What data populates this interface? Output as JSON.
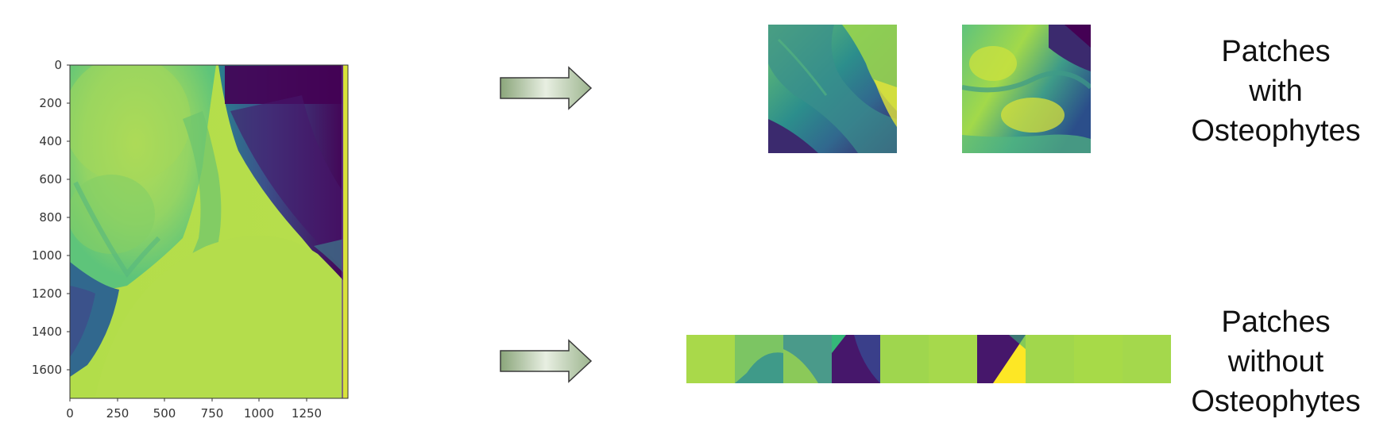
{
  "xray_plot": {
    "x_ticks": [
      "0",
      "250",
      "500",
      "750",
      "1000",
      "1250"
    ],
    "y_ticks": [
      "0",
      "200",
      "400",
      "600",
      "800",
      "1000",
      "1200",
      "1400",
      "1600"
    ],
    "colormap": [
      "#440154",
      "#31688e",
      "#35b779",
      "#a8db34",
      "#fde725"
    ]
  },
  "patches_with": {
    "caption": [
      "Patches",
      "with",
      "Osteophytes"
    ],
    "count": 2
  },
  "patches_without": {
    "caption": [
      "Patches",
      "without",
      "Osteophytes"
    ],
    "count": 10
  },
  "arrows": {
    "fill_start": "#8aa57a",
    "fill_mid": "#e8efe2",
    "outline": "#3a3a3a"
  }
}
